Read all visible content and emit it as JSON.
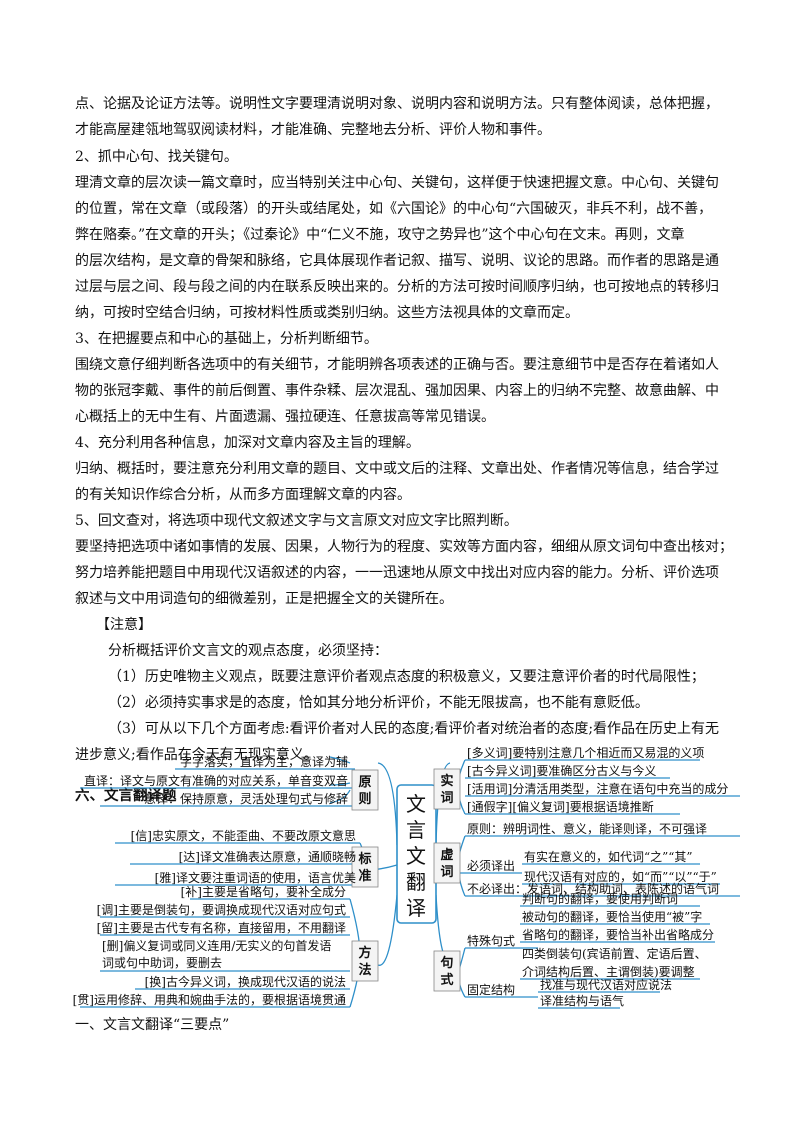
{
  "paragraphs": [
    "点、论据及论证方法等。说明性文字要理清说明对象、说明内容和说明方法。只有整体阅读，总体把握，",
    "才能高屋建瓴地驾驭阅读材料，才能准确、完整地去分析、评价人物和事件。",
    "2、抓中心句、找关键句。",
    "理清文章的层次读一篇文章时，应当特别关注中心句、关键句，这样便于快速把握文意。中心句、关键句",
    "的位置，常在文章（或段落）的开头或结尾处，如《六国论》的中心句“六国破灭，非兵不利，战不善，",
    "弊在赂秦。”在文章的开头；《过秦论》中“仁义不施，攻守之势异也”这个中心句在文末。再则，文章",
    "的层次结构，是文章的骨架和脉络，它具体展现作者记叙、描写、说明、议论的思路。而作者的思路是通",
    "过层与层之间、段与段之间的内在联系反映出来的。分析的方法可按时间顺序归纳，也可按地点的转移归",
    "纳，可按时空结合归纳，可按材料性质或类别归纳。这些方法视具体的文章而定。",
    "3、在把握要点和中心的基础上，分析判断细节。",
    "围绕文意仔细判断各选项中的有关细节，才能明辨各项表述的正确与否。要注意细节中是否存在着诸如人",
    "物的张冠李戴、事件的前后倒置、事件杂糅、层次混乱、强加因果、内容上的归纳不完整、故意曲解、中",
    "心概括上的无中生有、片面遗漏、强拉硬连、任意拔高等常见错误。",
    "4、充分利用各种信息，加深对文章内容及主旨的理解。",
    "归纳、概括时，要注意充分利用文章的题目、文中或文后的注释、文章出处、作者情况等信息，结合学过",
    "的有关知识作综合分析，从而多方面理解文章的内容。",
    "5、回文查对，将选项中现代文叙述文字与文言原文对应文字比照判断。",
    "要坚持把选项中诸如事情的发展、因果，人物行为的程度、实效等方面内容，细细从原文词句中查出核对；",
    "努力培养能把题目中用现代汉语叙述的内容，一一迅速地从原文中找出对应内容的能力。分析、评价选项",
    "叙述与文中用词造句的细微差别，正是把握全文的关键所在。"
  ],
  "note": {
    "title": "【注意】",
    "intro": "分析概括评价文言文的观点态度，必须坚持：",
    "items": [
      "（1）历史唯物主义观点，既要注意评价者观点态度的积极意义，又要注意评价者的时代局限性；",
      "（2）必须持实事求是的态度，恰如其分地分析评价，不能无限拔高，也不能有意贬低。",
      "（3）可从以下几个方面考虑:看评价者对人民的态度;看评价者对统治者的态度;看作品在历史上有无",
      "进步意义;看作品在今天有无现实意义。"
    ]
  },
  "section6_title": "六、文言翻译题",
  "mindmap": {
    "center": "文言文翻译",
    "left": {
      "yuanze": {
        "label": "原则",
        "items": [
          "字字落实，直译为主，意译为辅",
          "直译：译文与原文有准确的对应关系，单音变双音",
          "意译：保持原意，灵活处理句式与修辞"
        ]
      },
      "biaozhun": {
        "label": "标准",
        "items": [
          "[信]忠实原文，不能歪曲、不要改原文意思",
          "[达]译文准确表达原意，通顺晓畅",
          "[雅]译文要注重词语的使用，语言优美"
        ]
      },
      "fangfa": {
        "label": "方法",
        "items": [
          "[补]主要是省略句，要补全成分",
          "[调]主要是倒装句，要调换成现代汉语对应句式",
          "[留]主要是古代专有名称，直接留用，不用翻译",
          "[删]偏义复词或同义连用/无实义的句首发语",
          "词或句中助词，要删去",
          "[换]古今异义词，换成现代汉语的说法",
          "[贯]运用修辞、用典和婉曲手法的，要根据语境贯通"
        ]
      }
    },
    "right": {
      "shici": {
        "label": "实词",
        "items": [
          "[多义词]要特别注意几个相近而又易混的义项",
          "[古今异义词]要准确区分古义与今义",
          "[活用词]分清活用类型，注意在语句中充当的成分",
          "[通假字][偏义复词]要根据语境推断"
        ]
      },
      "xuci": {
        "label": "虚词",
        "principle": "原则：辨明词性、意义，能译则译，不可强译",
        "must": "必须译出",
        "must_items": [
          "有实在意义的，如代词“之”“其”",
          "现代汉语有对应的，如“而”“以”“于”"
        ],
        "nomust": "不必译出：发语词、结构助词、表陈述的语气词"
      },
      "jushi": {
        "label": "句式",
        "special": "特殊句式",
        "special_items": [
          "判断句的翻译，要使用判断词",
          "被动句的翻译，要恰当使用“被”字",
          "省略句的翻译，要恰当补出省略成分",
          "四类倒装句(宾语前置、定语后置、",
          "介词结构后置、主谓倒装)要调整"
        ],
        "fixed": "固定结构",
        "fixed_items": [
          "找准与现代汉语对应说法",
          "译准结构与语气"
        ]
      }
    }
  },
  "section1_title": "一、文言文翻译“三要点”",
  "colors": {
    "mindmap_line": "#2e8fc9",
    "center_border": "#2e8fc9",
    "text": "#111111"
  }
}
